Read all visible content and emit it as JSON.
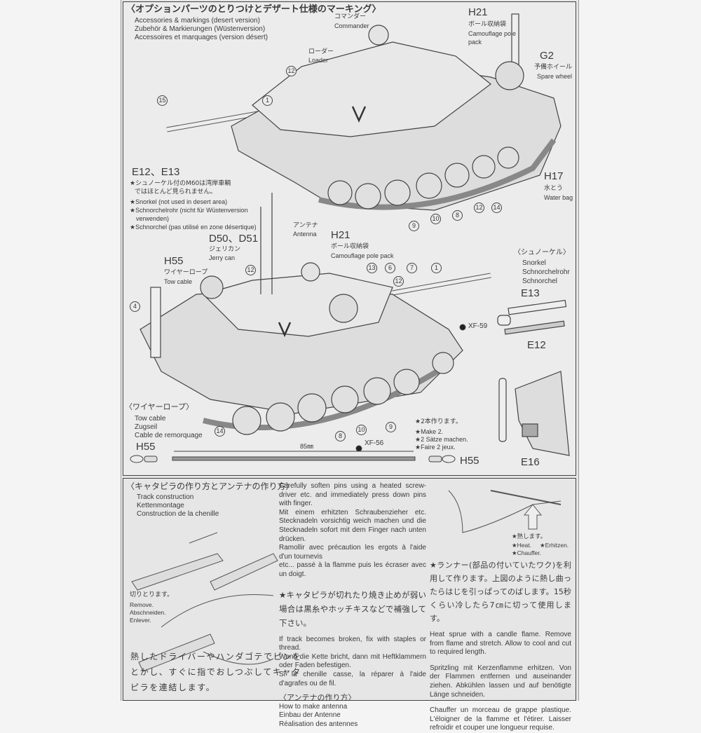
{
  "top": {
    "title": "〈オプションパーツのとりつけとデザート仕様のマーキング〉",
    "subtitles": [
      "Accessories & markings (desert version)",
      "Zubehör & Markierungen (Wüstenversion)",
      "Accessoires et marquages (version désert)"
    ],
    "commander": {
      "jp": "コマンダー",
      "en": "Commander"
    },
    "loader": {
      "jp": "ローダー",
      "en": "Loader"
    },
    "h21_top": {
      "part": "H21",
      "jp": "ボール収納袋",
      "en1": "Camouflage pole",
      "en2": "pack"
    },
    "g2": {
      "part": "G2",
      "jp": "予備ホイール",
      "en": "Spare wheel"
    },
    "h17": {
      "part": "H17",
      "jp": "水とう",
      "en": "Water bag"
    },
    "e12e13": {
      "part": "E12、E13",
      "jp1": "★シュノーケル付のM60は湾岸車輌",
      "jp2": "ではほとんど見られません。",
      "en": "★Snorkel (not used in desert area)",
      "de1": "★Schnorchelrohr (nicht für Wüstenversion",
      "de2": "verwenden)",
      "fr": "★Schnorchel (pas utilisé en zone désertique)"
    },
    "antenna": {
      "jp": "アンテナ",
      "en": "Antenna"
    },
    "d50": {
      "part": "D50、D51",
      "jp": "ジェリカン",
      "en": "Jerry can"
    },
    "h21_mid": {
      "part": "H21",
      "jp": "ボール収納袋",
      "en": "Camouflage pole pack"
    },
    "h55_mid": {
      "part": "H55",
      "jp": "ワイヤーロープ",
      "en": "Tow cable"
    },
    "snorkel": {
      "jp": "〈シュノーケル〉",
      "en": "Snorkel",
      "de": "Schnorchelrohr",
      "fr": "Schnorchel",
      "e13": "E13",
      "e12": "E12",
      "e16": "E16"
    },
    "paints": {
      "xf59": "XF-59",
      "xf56": "XF-56"
    },
    "towcable": {
      "jp": "〈ワイヤーロープ〉",
      "en": "Tow cable",
      "de": "Zugseil",
      "fr": "Cable de remorquage",
      "h55": "H55",
      "length": "85㎜"
    },
    "make2": {
      "jp": "★2本作ります。",
      "en": "★Make 2.",
      "de": "★2 Sätze machen.",
      "fr": "★Faire 2 jeux."
    },
    "callouts": [
      "15",
      "1",
      "12",
      "9",
      "10",
      "8",
      "12",
      "14",
      "12",
      "13",
      "6",
      "7",
      "1",
      "12",
      "4",
      "14",
      "8",
      "10",
      "9"
    ]
  },
  "bottom": {
    "title": "〈キャタピラの作り方とアンテナの作り方〉",
    "subtitles": [
      "Track construction",
      "Kettenmontage",
      "Construction de la chenille"
    ],
    "remove": {
      "jp": "切りとります。",
      "en": "Remove.",
      "de": "Abschneiden.",
      "fr": "Enlever."
    },
    "track_jp": [
      "熱したドライバーやハンダゴテでピンを",
      "とかし、すぐに指でおしつぶしてキャタ",
      "ピラを連結します。"
    ],
    "track_en": "Carefully soften pins using a heated screw-driver etc. and immediately press down pins with finger.",
    "track_de": "Mit einem erhitzten Schraubenzieher etc. Stecknadeln vorsichtig weich machen und die Stecknadeln sofort mit dem Finger nach unten drücken.",
    "track_fr1": "Ramollir avec précaution les ergots à l'aide d'un tournevis",
    "track_fr2": "etc... passé à la flamme puis les écraser avec un doigt.",
    "broken_jp": "★キャタピラが切れたり焼き止めが弱い場合は黒糸やホッチキスなどで補強して下さい。",
    "broken_en": "If track becomes broken, fix with staples or thread.",
    "broken_de": "Wenn die Kette bricht, dann mit Heftklammern oder Faden befestigen.",
    "broken_fr": "Si la chenille casse, la réparer à l'aide d'agrafes ou de fil.",
    "antenna_title": "〈アンテナの作り方〉",
    "antenna_sub": [
      "How to make antenna",
      "Einbau der Antenne",
      "Réalisation des antennes"
    ],
    "heat": {
      "jp": "★熱します。",
      "en": "★Heat.",
      "de": "★Erhitzen.",
      "fr": "★Chauffer."
    },
    "sprue_jp": "★ランナー(部品の付いていたワク)を利用して作ります。上図のように熱し曲ったらはじを引っぱってのばします。15秒くらい冷したら7㎝に切って使用します。",
    "sprue_en": "Heat sprue with a candle flame. Remove from flame and stretch. Allow to cool and cut to required length.",
    "sprue_de": "Spritzling mit Kerzenflamme erhitzen. Von der Flammen entfernen und auseinander ziehen. Abkühlen lassen und auf benötigte Länge schneiden.",
    "sprue_fr": "Chauffer un morceau de grappe plastique. L'éloigner de la flamme et l'étirer. Laisser refroidir et couper une longueur requise."
  }
}
